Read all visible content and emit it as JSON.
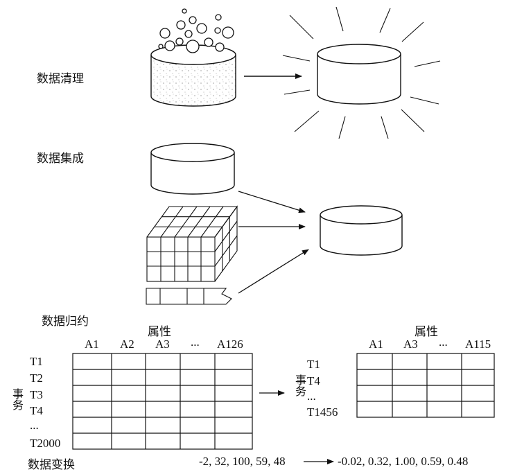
{
  "sections": {
    "cleaning": "数据清理",
    "integration": "数据集成",
    "reduction": "数据归约",
    "transformation": "数据变换"
  },
  "reduction": {
    "left": {
      "attr_title": "属性",
      "attrs": [
        "A1",
        "A2",
        "A3",
        "...",
        "A126"
      ],
      "rows": [
        "T1",
        "T2",
        "T3",
        "T4",
        "...",
        "T2000"
      ],
      "row_title": "事务"
    },
    "right": {
      "attr_title": "属性",
      "attrs": [
        "A1",
        "A3",
        "...",
        "A115"
      ],
      "rows": [
        "T1",
        "T4",
        "...",
        "T1456"
      ],
      "row_title": "事务"
    }
  },
  "transformation": {
    "input": "-2, 32, 100, 59, 48",
    "output": "-0.02, 0.32, 1.00, 0.59, 0.48"
  }
}
